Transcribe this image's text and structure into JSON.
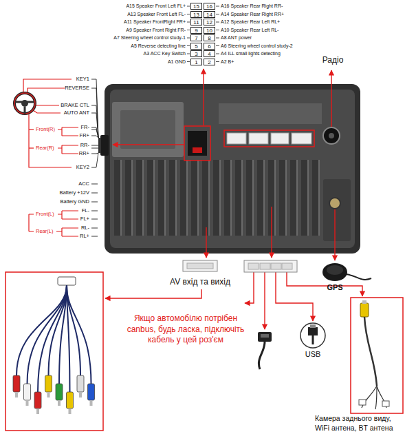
{
  "diagram": {
    "nodes": [
      {
        "text": [
          "15"
        ]
      },
      {
        "text": [
          "16"
        ]
      },
      {
        "text": [
          "13"
        ]
      },
      {
        "text": [
          "14"
        ]
      },
      {
        "text": [
          "11"
        ]
      },
      {
        "text": [
          "12"
        ]
      },
      {
        "text": [
          "9"
        ]
      },
      {
        "text": [
          "10"
        ]
      },
      {
        "text": [
          "7"
        ]
      },
      {
        "text": [
          "8"
        ]
      },
      {
        "text": [
          "5"
        ]
      },
      {
        "text": [
          "6"
        ]
      },
      {
        "text": [
          "3"
        ]
      },
      {
        "text": [
          "4"
        ]
      },
      {
        "text": [
          "1"
        ]
      },
      {
        "text": [
          "2"
        ]
      }
    ],
    "labels": [
      "A15 Speaker Front Left FL+",
      "A16 Speaker Rear Right RR-",
      "A13 Speaker Front Left FL-",
      "A14 Speaker Rear Right RR+",
      "A11 Speaker FrontRight FR+",
      "A12 Speaker Rear Left RL+",
      "A9 Speaker Front Right FR-",
      "A10 Speaker Rear Left RL-",
      "A7 Steering wheel control study-1",
      "A8 ANT power",
      "A5 Reverse detecting line",
      "A6 Steering wheel control study-2",
      "A3 ACC Key Switch",
      "A4 ILL small lights detecting",
      "A1 GND",
      "A2 B+",
      "Радіо",
      "KEY1",
      "REVERSE",
      "BRAKE CTL",
      "AUTO ANT",
      "Front(R)",
      "FR-",
      "FR+",
      "Rear(R)",
      "RR-",
      "RR+",
      "KEY2",
      "ACC",
      "Battery +12V",
      "Battery GND",
      "Front(L)",
      "FL-",
      "FL+",
      "Rear(L)",
      "RL-",
      "RL+",
      "AV вхід та вихід",
      "GPS",
      "Якщо автомобілю потрібен canbus, будь ласка, підключіть кабель у цей роз'єм",
      "USB",
      "Камера заднього виду, WiFi антена, BT антена"
    ]
  }
}
